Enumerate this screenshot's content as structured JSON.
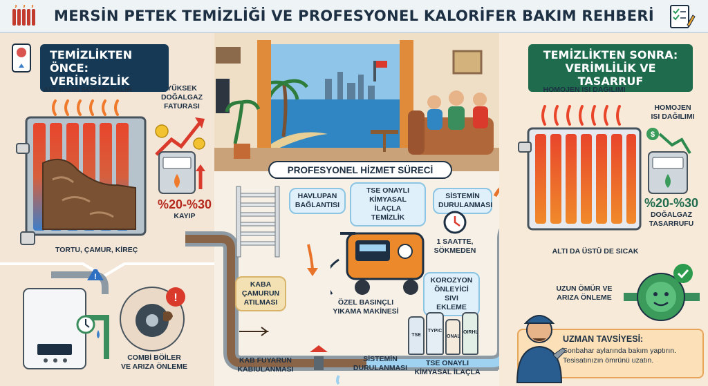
{
  "title": "MERSİN PETEK TEMİZLİĞİ VE PROFESYONEL KALORİFER BAKIM REHBERİ",
  "before": {
    "heading_line1": "TEMİZLİKTEN ÖNCE:",
    "heading_line2": "VERİMSİZLİK",
    "cold_bottom": "ALT KISMI SOĞUK KALIR",
    "high_bill_line1": "YÜKSEK",
    "high_bill_line2": "DOĞALGAZ",
    "high_bill_line3": "FATURASI",
    "loss_value": "%20-%30",
    "loss_label": "KAYIP",
    "sludge": "TORTU, ÇAMUR, KİREÇ",
    "boiler_line1": "COMBİ BÖİLER",
    "boiler_line2": "VE ARIZA ÖNLEME"
  },
  "process": {
    "heading": "PROFESYONEL HİZMET SÜRECİ",
    "towel_line1": "HAVLUPAN",
    "towel_line2": "BAĞLANTISI",
    "tse_line1": "TSE ONAYLI",
    "tse_line2": "KİMYASAL İLAÇLA",
    "tse_line3": "TEMİZLİK",
    "rinse_line1": "SİSTEMİN",
    "rinse_line2": "DURULANMASI",
    "time_line1": "1 SAATTE,",
    "time_line2": "SÖKMEDEN",
    "mud_line1": "KABA",
    "mud_line2": "ÇAMURUN",
    "mud_line3": "ATILMASI",
    "machine_line1": "ÖZEL BASINÇLI",
    "machine_line2": "YIKAMA MAKİNESİ",
    "corrosion_line1": "KOROZYON",
    "corrosion_line2": "ÖNLEYİCİ",
    "corrosion_line3": "SIVI EKLEME",
    "fuyarun_line1": "KAB FUYARUN",
    "fuyarun_line2": "KABIULANMASI",
    "rinse2_line1": "SİSTEMİN",
    "rinse2_line2": "DURULANMASI",
    "tse2_line1": "TSE ONAYLI",
    "tse2_line2": "KİMYASAL İLAÇLA",
    "bottle_labels": [
      "TSE",
      "TYPIC",
      "ONAL",
      "OIRHL"
    ]
  },
  "after": {
    "heading_line1": "TEMİZLİKTEN SONRA:",
    "heading_line2": "VERİMLİLİK VE TASARRUF",
    "homogen_top": "HOMOJEN ISI DAĞILIMI",
    "homogen_line1": "HOMOJEN",
    "homogen_line2": "ISI DAĞILIMI",
    "saving_value": "%20-%30",
    "saving_line1": "DOĞALGAZ",
    "saving_line2": "TASARRUFU",
    "hot_all": "ALTI DA ÜSTÜ DE SICAK",
    "life_line1": "UZUN ÖMÜR VE",
    "life_line2": "ARIZA ÖNLEME"
  },
  "tip": {
    "heading": "UZMAN TAVSİYESİ:",
    "line1": "Sonbahar aylarında bakım yaptırın.",
    "line2": "Tesisatınızın ömrünü uzatın."
  },
  "colors": {
    "navy": "#163a55",
    "green": "#1f6b4e",
    "hot": "#e8452b",
    "cold": "#3d7fc9"
  }
}
